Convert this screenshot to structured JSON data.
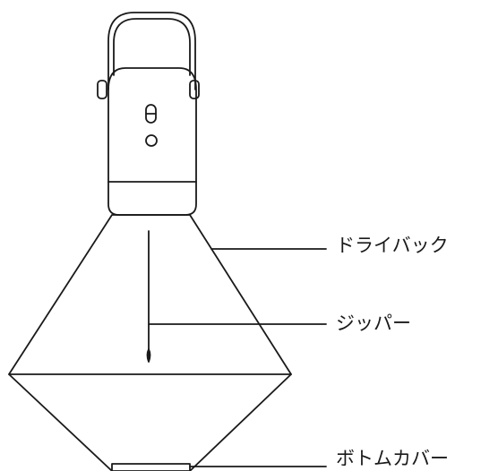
{
  "diagram": {
    "line_color": "#1a1a1a",
    "background": "#ffffff",
    "callouts": [
      {
        "id": "dry-bag",
        "label": "ドライバック"
      },
      {
        "id": "zipper",
        "label": "ジッパー"
      },
      {
        "id": "bottom-cover",
        "label": "ボトムカバー"
      }
    ]
  }
}
